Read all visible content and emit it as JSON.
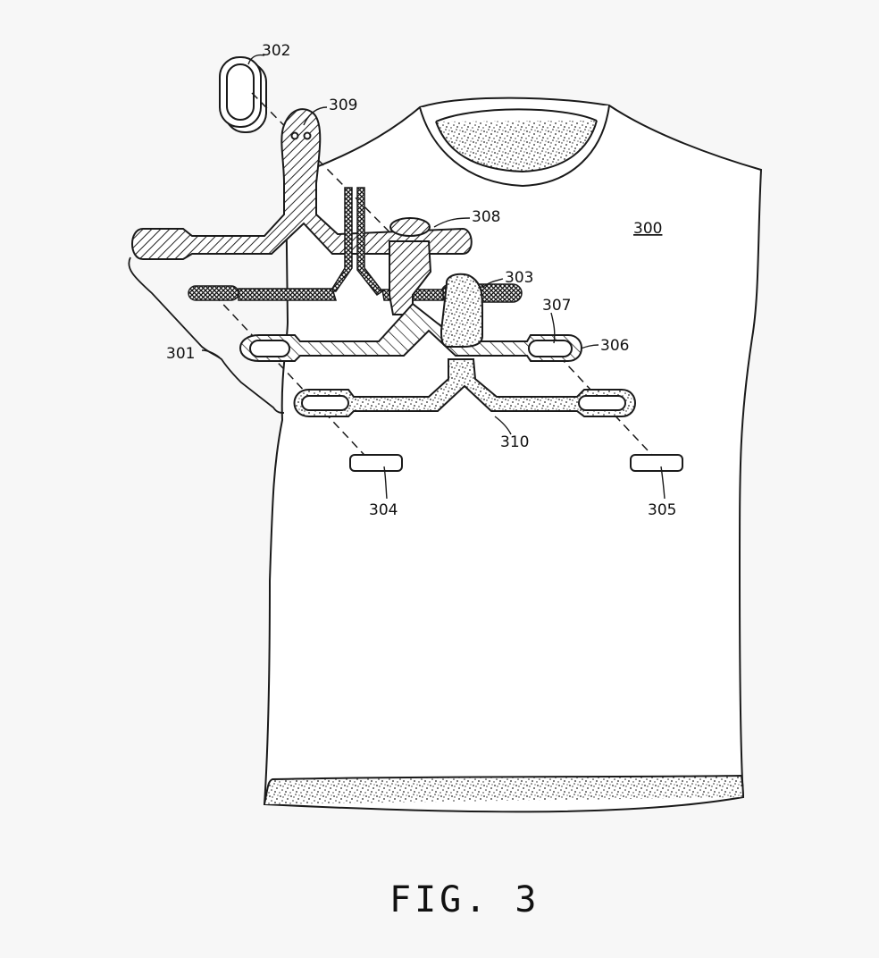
{
  "figure": {
    "caption": "FIG. 3",
    "labels": {
      "garment": "300",
      "harness_assembly": "301",
      "controller": "302",
      "layer_303": "303",
      "electrode_left": "304",
      "electrode_right": "305",
      "pad_306": "306",
      "pad_307": "307",
      "layer_308": "308",
      "connector_309": "309",
      "layer_310": "310"
    }
  },
  "colors": {
    "background": "#f7f7f7",
    "line": "#1a1a1a"
  }
}
